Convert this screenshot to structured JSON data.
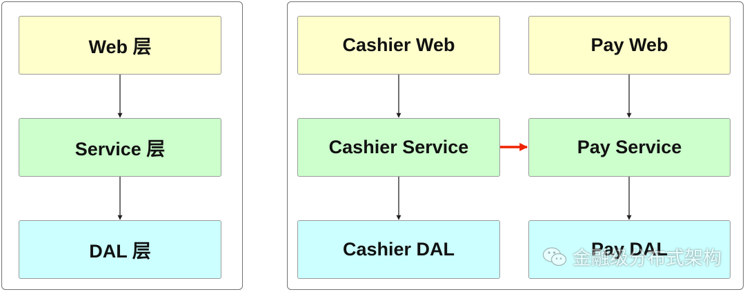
{
  "left_panel": {
    "web": "Web 层",
    "service": "Service 层",
    "dal": "DAL 层"
  },
  "cashier": {
    "web": "Cashier Web",
    "service": "Cashier Service",
    "dal": "Cashier DAL"
  },
  "pay": {
    "web": "Pay Web",
    "service": "Pay Service",
    "dal": "Pay DAL"
  },
  "colors": {
    "web_layer": "#ffffcc",
    "service_layer": "#ccffcc",
    "dal_layer": "#ccffff",
    "cross_call_arrow": "#ee2200"
  },
  "watermark": {
    "icon": "wechat-icon",
    "text": "金融级分布式架构"
  }
}
